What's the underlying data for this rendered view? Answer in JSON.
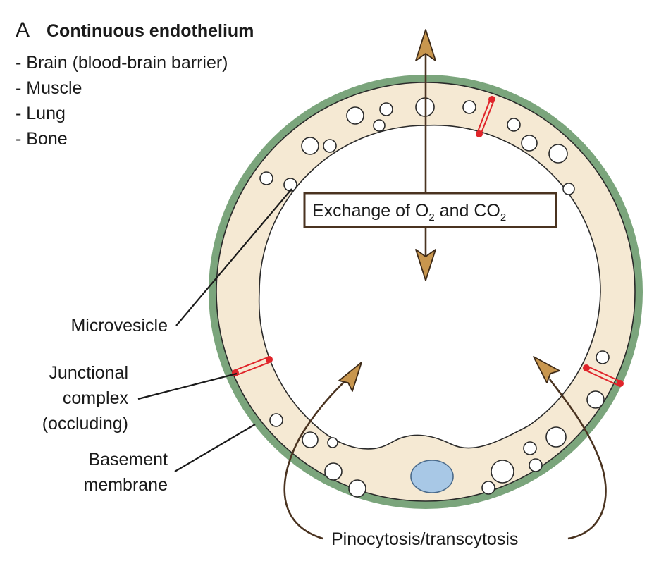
{
  "title": {
    "letter": "A",
    "text": "Continuous endothelium"
  },
  "locations": [
    "- Brain (blood-brain barrier)",
    "- Muscle",
    "- Lung",
    "- Bone"
  ],
  "labels": {
    "microvesicle": "Microvesicle",
    "junctional_line1": "Junctional",
    "junctional_line2": "complex",
    "junctional_line3": "(occluding)",
    "basement_line1": "Basement",
    "basement_line2": "membrane",
    "pinocytosis": "Pinocytosis/transcytosis"
  },
  "exchange": {
    "prefix": "Exchange of O",
    "o_sub": "2",
    "middle": " and CO",
    "co_sub": "2"
  },
  "colors": {
    "basement_membrane": "#7ba57c",
    "endothelium": "#f5e9d3",
    "nucleus": "#a8c8e6",
    "junction": "#e0242a",
    "arrow_fill": "#c8964e",
    "arrow_stroke": "#4a3320"
  }
}
